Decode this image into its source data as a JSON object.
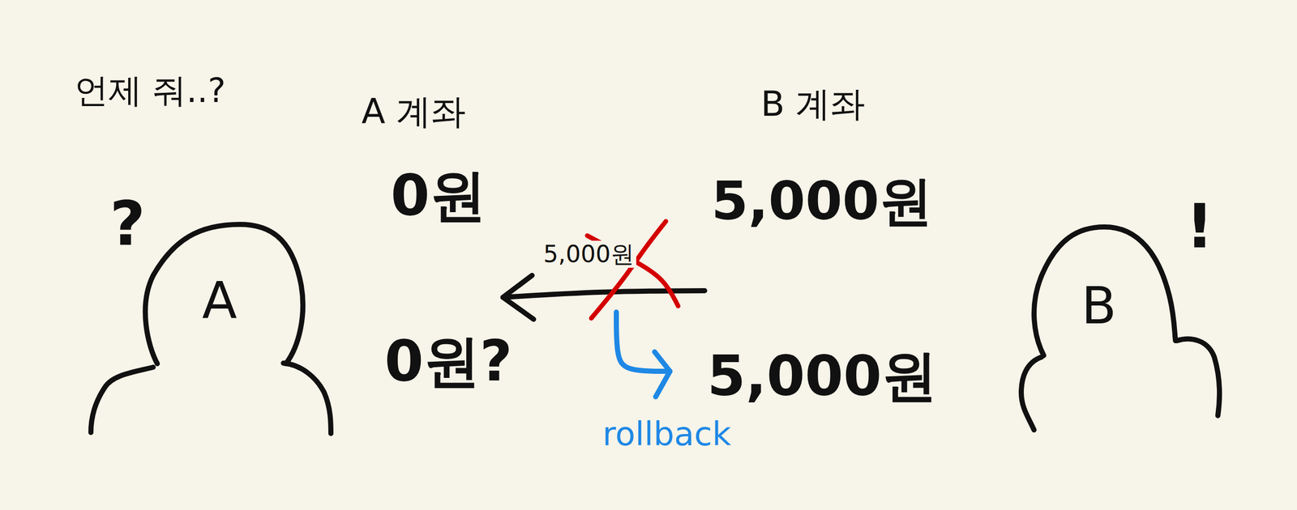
{
  "diagram": {
    "nodes": [
      {
        "text": [
          "A"
        ]
      },
      {
        "text": [
          "B"
        ]
      }
    ],
    "labels": [
      "언제 줘..?",
      "A 계좌",
      "B 계좌",
      "0원",
      "5,000원",
      "?",
      "!",
      "5,000원",
      "0원?",
      "5,000원",
      "rollback"
    ]
  }
}
